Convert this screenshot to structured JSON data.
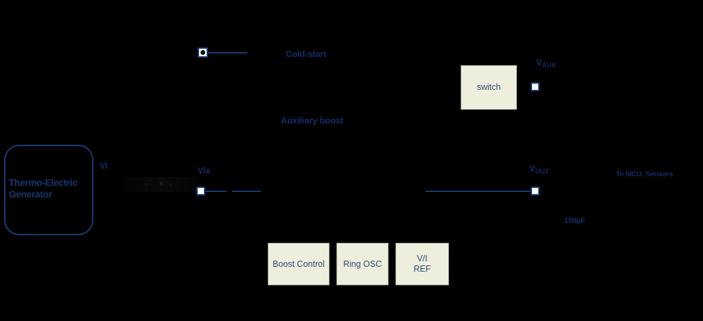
{
  "diagram": {
    "title_visible": false,
    "background_color": "#000000",
    "accent_color": "#142c63",
    "wire_color": "#1b3a77",
    "box_fill_color": "#edeedc",
    "box_border_color": "#9b9b8f",
    "node_fill_color": "#ffffff"
  },
  "blocks": {
    "generator": {
      "label": "Thermo-Electric\nGenerator",
      "line1": "Thermo-Electric",
      "line2": "Generator"
    },
    "switch": {
      "label": "switch"
    },
    "boost_control": {
      "label": "Boost Control"
    },
    "ring_osc": {
      "label": "Ring OSC"
    },
    "vi_ref": {
      "line1": "V/I",
      "line2": "REF"
    }
  },
  "labels": {
    "cold_start": "Cold-start",
    "auxiliary_boost": "Auxiliary boost",
    "v_in": "VI",
    "v_x": "V/x",
    "v_aux_main": "V",
    "v_aux_sub": "AUX",
    "v_out_main": "V",
    "v_out_sub": "OUT",
    "capacitor": "100µF",
    "load": "To MCU, Sensors"
  },
  "nodes": {
    "cold_start_node": "cold-start-terminal",
    "vx_node": "vx-terminal",
    "vaux_node": "vaux-terminal",
    "vout_node": "vout-terminal"
  }
}
